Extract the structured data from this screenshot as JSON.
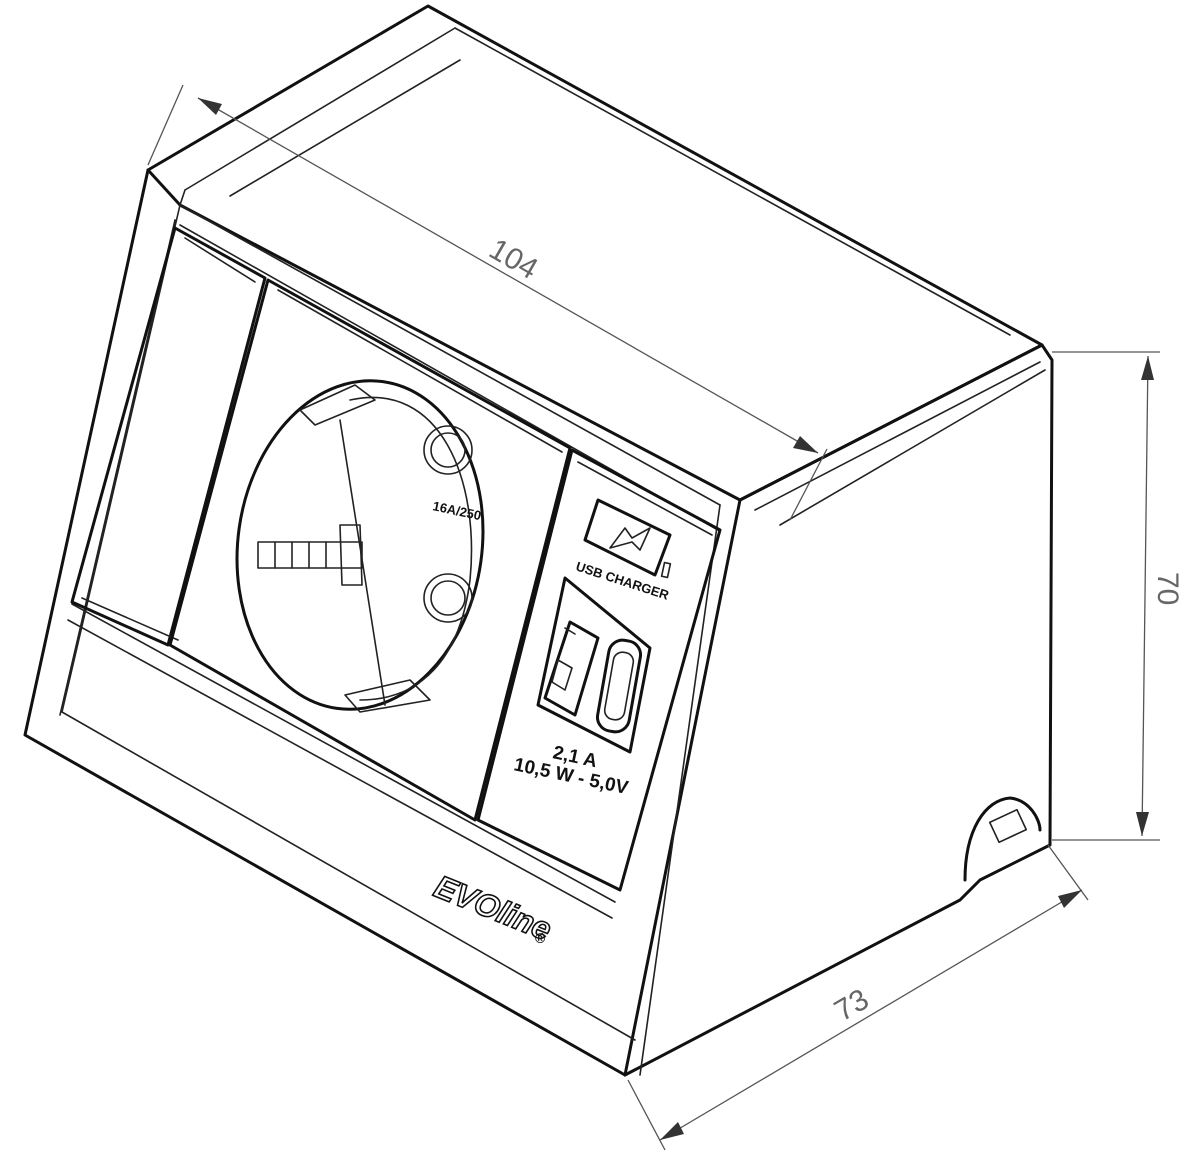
{
  "dimensions": {
    "width": "104",
    "height": "70",
    "depth": "73"
  },
  "socket": {
    "rating": "16A/250"
  },
  "usb": {
    "icon": "usb-charger-icon",
    "charger_label": "USB CHARGER",
    "current": "2,1 A",
    "power": "10,5 W - 5,0V"
  },
  "brand": {
    "name": "EVOline",
    "mark": "®"
  }
}
